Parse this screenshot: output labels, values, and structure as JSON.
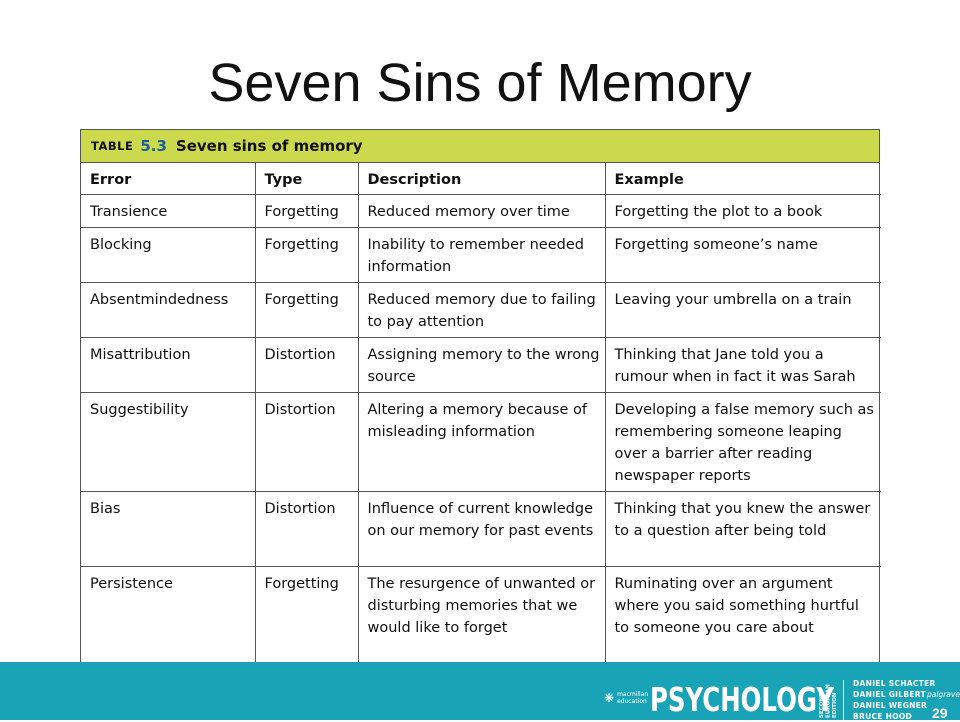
{
  "slide": {
    "title": "Seven Sins of Memory"
  },
  "table": {
    "caption_label": "TABLE",
    "caption_number": "5.3",
    "caption_title": "Seven sins of memory",
    "headers": [
      "Error",
      "Type",
      "Description",
      "Example"
    ],
    "rows": [
      [
        "Transience",
        "Forgetting",
        "Reduced memory over time",
        "Forgetting the plot to a book"
      ],
      [
        "Blocking",
        "Forgetting",
        "Inability to remember needed information",
        "Forgetting someone’s name"
      ],
      [
        "Absentmindedness",
        "Forgetting",
        "Reduced memory due to failing to pay attention",
        "Leaving your umbrella on a train"
      ],
      [
        "Misattribution",
        "Distortion",
        "Assigning memory to the wrong source",
        "Thinking that Jane told you a rumour when in fact it was Sarah"
      ],
      [
        "Suggestibility",
        "Distortion",
        "Altering a memory because of misleading information",
        "Developing a false memory such as remembering someone leaping over a barrier after reading newspaper reports"
      ],
      [
        "Bias",
        "Distortion",
        "Influence of current knowledge on our memory for past events",
        "Thinking that you knew the answer to a question after being told"
      ],
      [
        "Persistence",
        "Forgetting",
        "The resurgence of unwanted or disturbing memories that we would like to forget",
        "Ruminating over an argument where you said something hurtful to someone you care about"
      ]
    ]
  },
  "footer": {
    "publisher_logo": "❋",
    "publisher_name": "macmillan education",
    "brand": "PSYCHOLOGY",
    "edition": "SECOND EUROPEAN EDITION",
    "authors": [
      "DANIEL SCHACTER",
      "DANIEL GILBERT",
      "DANIEL WEGNER",
      "BRUCE HOOD"
    ],
    "imprint": "palgrave",
    "page_number": "29"
  },
  "colors": {
    "caption_bg": "#cdd94d",
    "caption_number": "#1a5e9a",
    "footer_bg": "#19a3b6"
  }
}
